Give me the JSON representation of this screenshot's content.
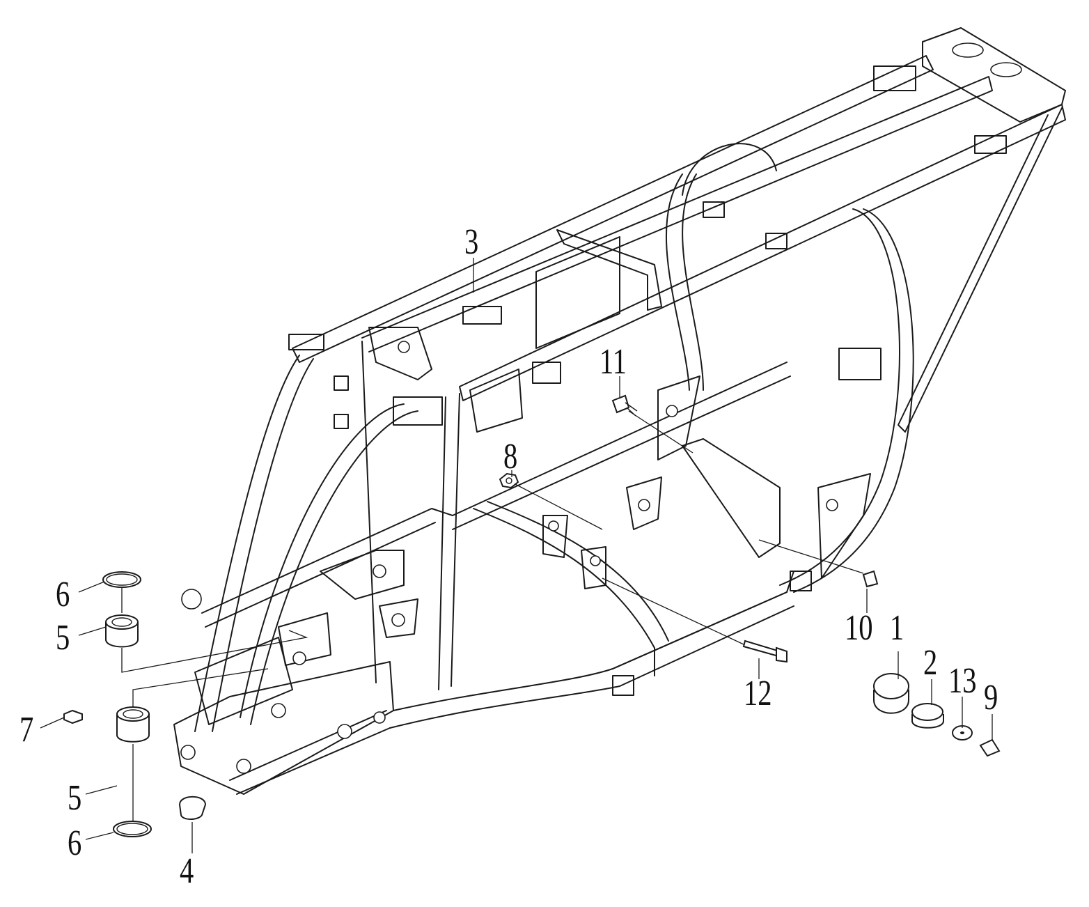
{
  "diagram": {
    "callouts": [
      {
        "id": "c3",
        "label": "3"
      },
      {
        "id": "c11",
        "label": "11"
      },
      {
        "id": "c8",
        "label": "8"
      },
      {
        "id": "c6a",
        "label": "6"
      },
      {
        "id": "c5a",
        "label": "5"
      },
      {
        "id": "c7",
        "label": "7"
      },
      {
        "id": "c5b",
        "label": "5"
      },
      {
        "id": "c6b",
        "label": "6"
      },
      {
        "id": "c4",
        "label": "4"
      },
      {
        "id": "c12",
        "label": "12"
      },
      {
        "id": "c10",
        "label": "10"
      },
      {
        "id": "c1",
        "label": "1"
      },
      {
        "id": "c2",
        "label": "2"
      },
      {
        "id": "c13",
        "label": "13"
      },
      {
        "id": "c9",
        "label": "9"
      }
    ]
  }
}
